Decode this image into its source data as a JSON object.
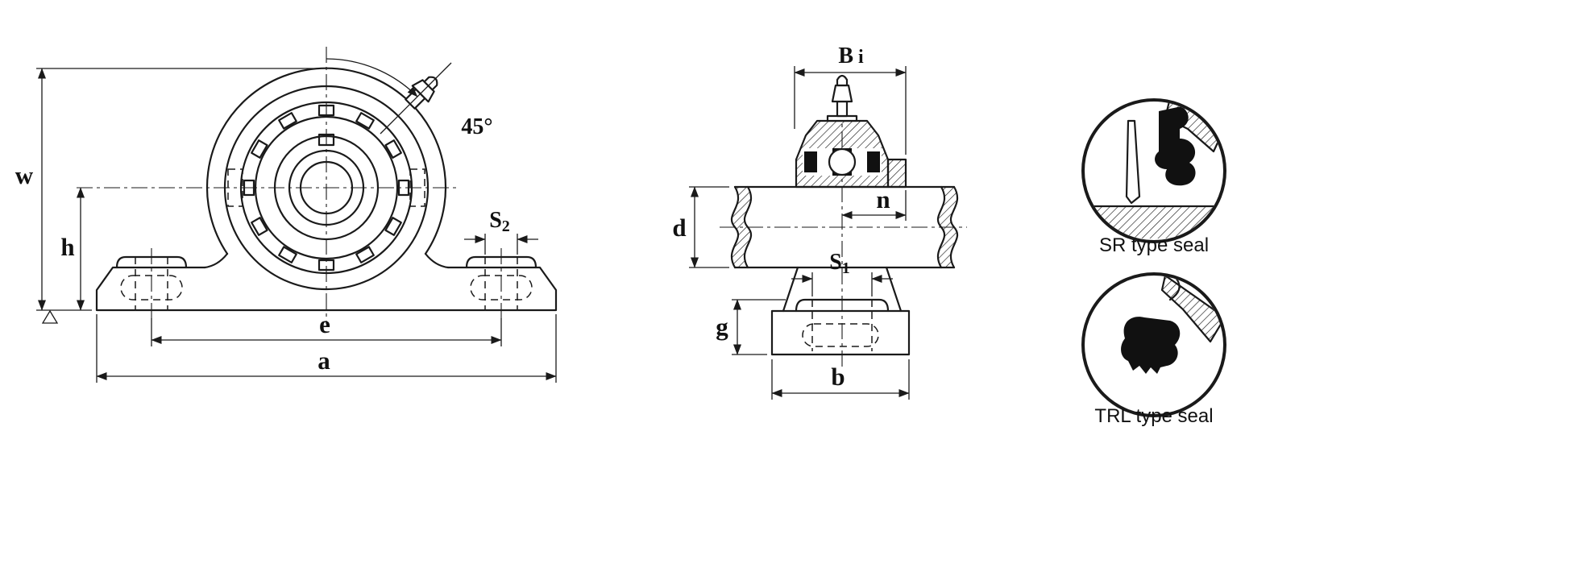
{
  "drawing": {
    "front_view": {
      "labels": {
        "w": "w",
        "h": "h",
        "e": "e",
        "a": "a",
        "angle": "45°",
        "s2_base": "S",
        "s2_sub": "2"
      }
    },
    "side_view": {
      "labels": {
        "bi_base": "B",
        "bi_sub": "i",
        "n": "n",
        "d": "d",
        "s1_base": "S",
        "s1_sub": "1",
        "g": "g",
        "b": "b"
      }
    },
    "seal_details": {
      "sr": "SR type seal",
      "trl": "TRL type seal"
    },
    "colors": {
      "line": "#1a1a1a",
      "background": "#ffffff"
    }
  }
}
